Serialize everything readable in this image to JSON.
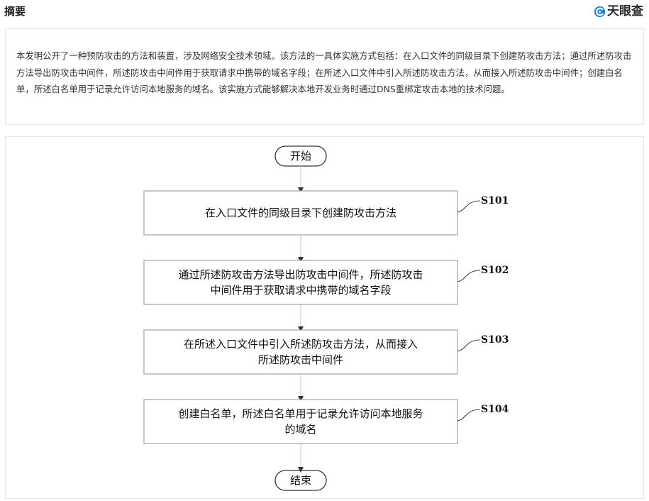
{
  "header": {
    "title": "摘要",
    "brand_name": "天眼查"
  },
  "abstract": {
    "text": "本发明公开了一种预防攻击的方法和装置，涉及网络安全技术领域。该方法的一具体实施方式包括：在入口文件的同级目录下创建防攻击方法；通过所述防攻击方法导出防攻击中间件，所述防攻击中间件用于获取请求中携带的域名字段；在所述入口文件中引入所述防攻击方法，从而接入所述防攻击中间件；创建白名单，所述白名单用于记录允许访问本地服务的域名。该实施方式能够解决本地开发业务时通过DNS重绑定攻击本地的技术问题。"
  },
  "flowchart": {
    "start": "开始",
    "end": "结束",
    "steps": [
      {
        "label": "S101",
        "lines": [
          "在入口文件的同级目录下创建防攻击方法"
        ]
      },
      {
        "label": "S102",
        "lines": [
          "通过所述防攻击方法导出防攻击中间件，所述防攻击",
          "中间件用于获取请求中携带的域名字段"
        ]
      },
      {
        "label": "S103",
        "lines": [
          "在所述入口文件中引入所述防攻击方法，从而接入",
          "所述防攻击中间件"
        ]
      },
      {
        "label": "S104",
        "lines": [
          "创建白名单，所述白名单用于记录允许访问本地服务",
          "的域名"
        ]
      }
    ]
  },
  "colors": {
    "brand_blue": "#1a7fd6",
    "border": "#e6e6e6",
    "line": "#555555"
  }
}
